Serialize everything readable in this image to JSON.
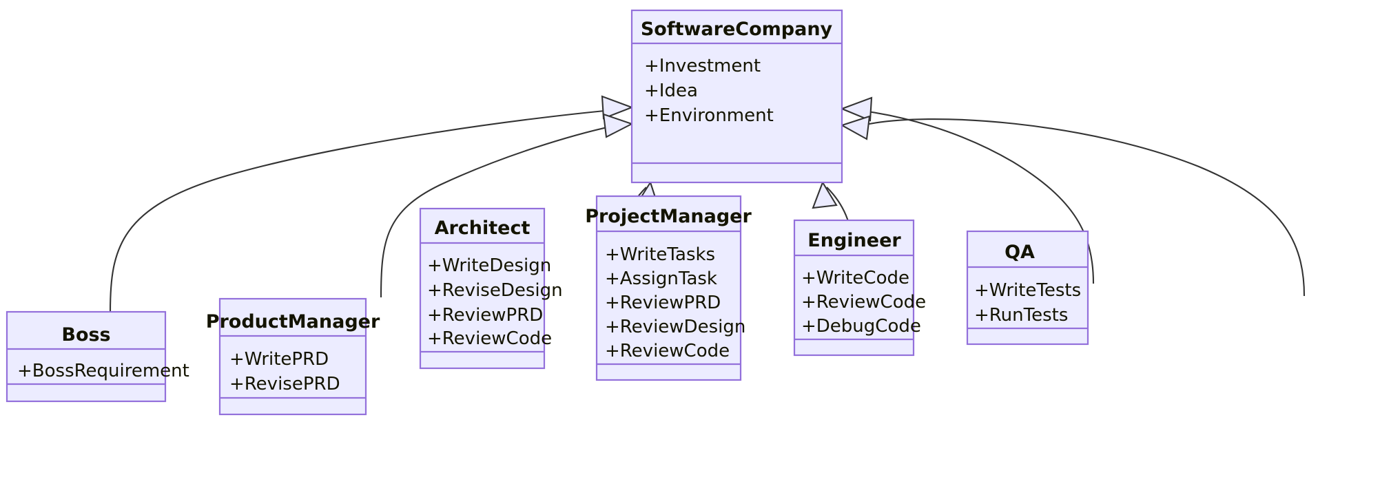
{
  "diagram": {
    "type": "uml-class-diagram",
    "title": "",
    "background_color": "#ffffff",
    "node_fill_color": "#ECECFF",
    "node_border_color": "#9370DB",
    "edge_color": "#333333",
    "text_color": "#131300",
    "relationship_type": "inheritance",
    "arrow_style": "hollow-triangle"
  },
  "classes": {
    "software_company": {
      "name": "SoftwareCompany",
      "members": [
        "+Investment",
        "+Idea",
        "+Environment"
      ],
      "methods": []
    },
    "boss": {
      "name": "Boss",
      "members": [
        "+BossRequirement"
      ],
      "methods": []
    },
    "product_manager": {
      "name": "ProductManager",
      "members": [
        "+WritePRD",
        "+RevisePRD"
      ],
      "methods": []
    },
    "architect": {
      "name": "Architect",
      "members": [
        "+WriteDesign",
        "+ReviseDesign",
        "+ReviewPRD",
        "+ReviewCode"
      ],
      "methods": []
    },
    "project_manager": {
      "name": "ProjectManager",
      "members": [
        "+WriteTasks",
        "+AssignTask",
        "+ReviewPRD",
        "+ReviewDesign",
        "+ReviewCode"
      ],
      "methods": []
    },
    "engineer": {
      "name": "Engineer",
      "members": [
        "+WriteCode",
        "+ReviewCode",
        "+DebugCode"
      ],
      "methods": []
    },
    "qa": {
      "name": "QA",
      "members": [
        "+WriteTests",
        "+RunTests"
      ],
      "methods": []
    }
  },
  "relationships": [
    {
      "from": "Boss",
      "to": "SoftwareCompany",
      "kind": "inheritance"
    },
    {
      "from": "ProductManager",
      "to": "SoftwareCompany",
      "kind": "inheritance"
    },
    {
      "from": "Architect",
      "to": "SoftwareCompany",
      "kind": "inheritance"
    },
    {
      "from": "ProjectManager",
      "to": "SoftwareCompany",
      "kind": "inheritance"
    },
    {
      "from": "Engineer",
      "to": "SoftwareCompany",
      "kind": "inheritance"
    },
    {
      "from": "QA",
      "to": "SoftwareCompany",
      "kind": "inheritance"
    }
  ]
}
